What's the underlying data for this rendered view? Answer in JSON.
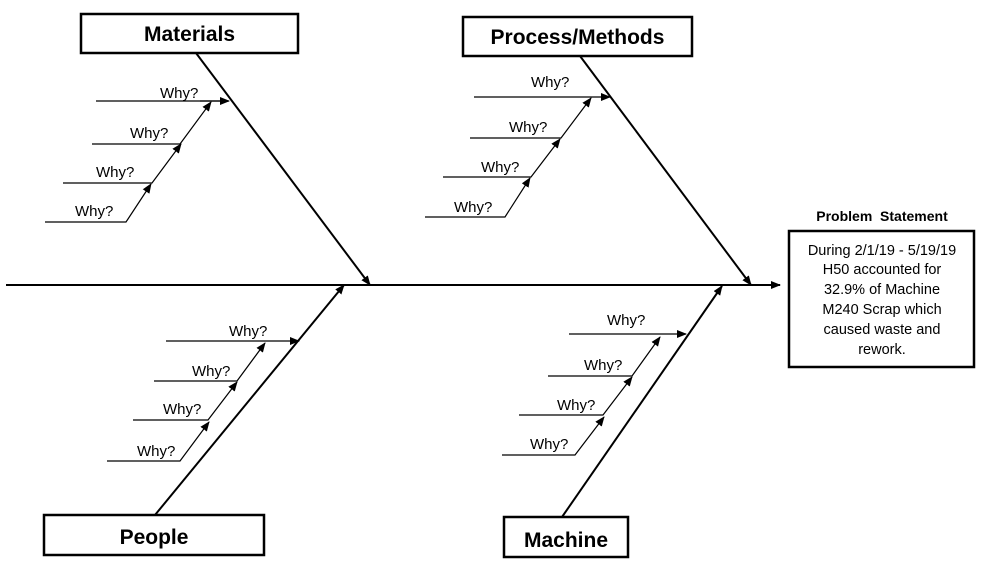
{
  "categories": {
    "materials": {
      "label": "Materials",
      "whys": [
        "Why?",
        "Why?",
        "Why?",
        "Why?"
      ]
    },
    "process": {
      "label": "Process/Methods",
      "whys": [
        "Why?",
        "Why?",
        "Why?",
        "Why?"
      ]
    },
    "people": {
      "label": "People",
      "whys": [
        "Why?",
        "Why?",
        "Why?",
        "Why?"
      ]
    },
    "machine": {
      "label": "Machine",
      "whys": [
        "Why?",
        "Why?",
        "Why?",
        "Why?"
      ]
    }
  },
  "problem": {
    "title": "Problem  Statement",
    "lines": [
      "During 2/1/19 - 5/19/19",
      "H50 accounted for",
      "32.9% of Machine",
      "M240 Scrap which",
      "caused waste and",
      "rework."
    ]
  }
}
